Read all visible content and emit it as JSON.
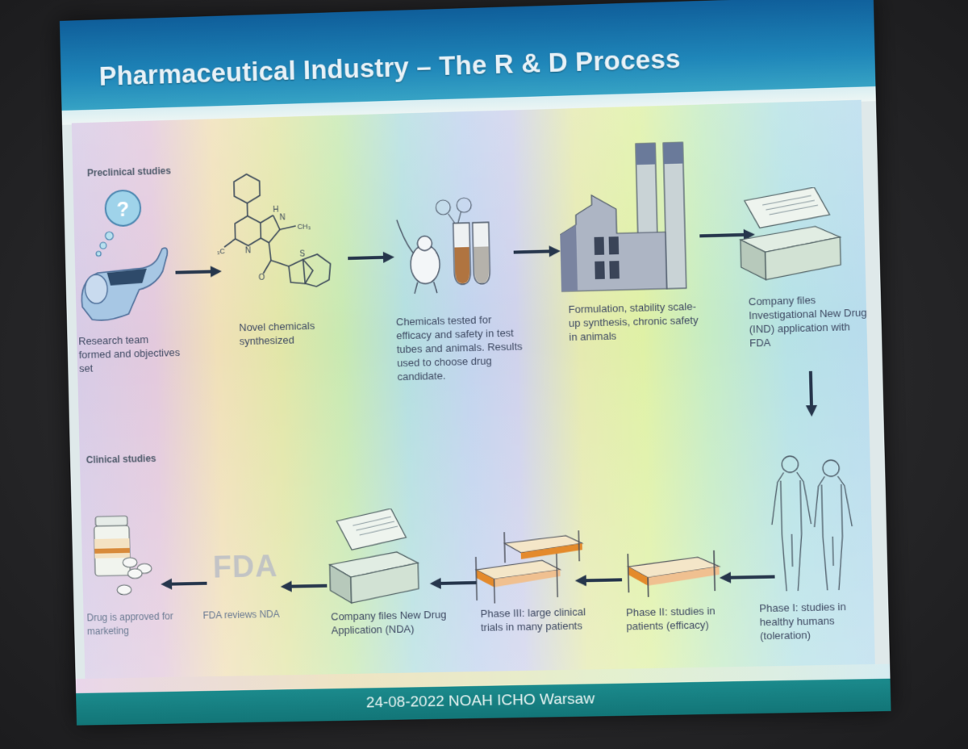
{
  "slide": {
    "title": "Pharmaceutical Industry – The R & D Process",
    "footer": "24-08-2022   NOAH ICHO Warsaw"
  },
  "sections": {
    "preclinical": "Preclinical studies",
    "clinical": "Clinical studies"
  },
  "steps": [
    {
      "icon": "research-team-icon",
      "label": "Research team formed and objectives set"
    },
    {
      "icon": "molecule-structure-icon",
      "label": "Novel chemicals synthesized"
    },
    {
      "icon": "lab-mouse-test-tubes-icon",
      "label": "Chemicals tested for efficacy and safety in test tubes and animals. Results used to choose drug candidate."
    },
    {
      "icon": "factory-icon",
      "label": "Formulation, stability scale-up synthesis, chronic safety in animals"
    },
    {
      "icon": "application-box-icon",
      "label": "Company files Investigational New Drug (IND) application with FDA"
    },
    {
      "icon": "healthy-humans-icon",
      "label": "Phase I: studies in healthy humans (toleration)"
    },
    {
      "icon": "hospital-bed-icon",
      "label": "Phase II: studies in patients (efficacy)"
    },
    {
      "icon": "hospital-beds-icon",
      "label": "Phase III: large clinical trials in many patients"
    },
    {
      "icon": "application-box-icon",
      "label": "Company files New Drug Application (NDA)"
    },
    {
      "icon": "fda-logo-icon",
      "label": "FDA reviews NDA"
    },
    {
      "icon": "pill-bottle-icon",
      "label": "Drug is approved for marketing"
    }
  ],
  "molecule_labels": [
    "H",
    "N",
    "CH₃",
    "H₃C",
    "N",
    "O",
    "S"
  ],
  "fda_mark": "FDA",
  "question_mark": "?"
}
